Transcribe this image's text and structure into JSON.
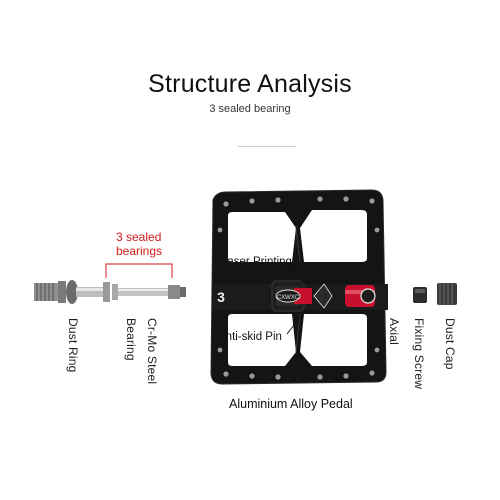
{
  "title": "Structure Analysis",
  "subtitle": "3 sealed bearing",
  "callouts": {
    "bearings": [
      "3 sealed",
      "bearings"
    ],
    "laser": "Laser Printing",
    "antiskid": "Anti-skid Pin",
    "pedal": "Aluminium Alloy Pedal"
  },
  "parts": {
    "dust_ring": "Dust Ring",
    "bearing": "Bearing",
    "crmo": "Cr-Mo Steel",
    "axial": "Axial",
    "fixing_screw": "Fixing Screw",
    "dust_cap": "Dust Cap"
  },
  "brand": "CXWXC",
  "bearing_count_mark": "3",
  "colors": {
    "accent": "#d11a1a",
    "pedal": "#111111",
    "axle_red": "#c8102e"
  }
}
